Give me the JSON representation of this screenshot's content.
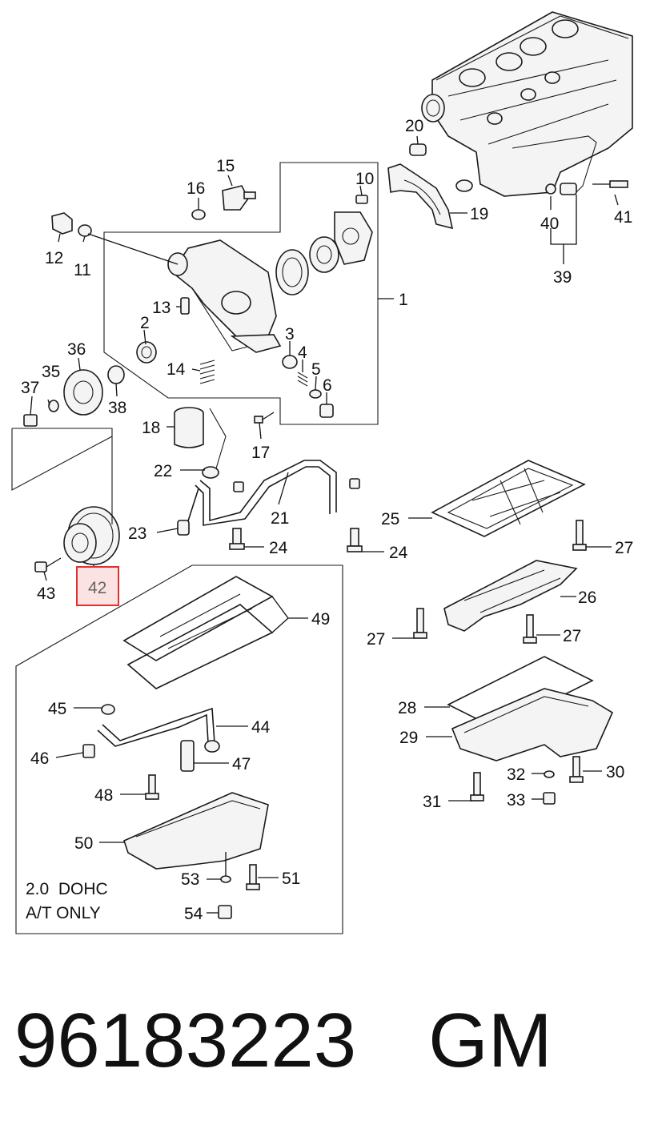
{
  "callouts": [
    {
      "id": "c1",
      "label": "1"
    },
    {
      "id": "c2",
      "label": "2"
    },
    {
      "id": "c3",
      "label": "3"
    },
    {
      "id": "c4",
      "label": "4"
    },
    {
      "id": "c5",
      "label": "5"
    },
    {
      "id": "c6",
      "label": "6"
    },
    {
      "id": "c10",
      "label": "10"
    },
    {
      "id": "c11",
      "label": "11"
    },
    {
      "id": "c12",
      "label": "12"
    },
    {
      "id": "c13",
      "label": "13"
    },
    {
      "id": "c14",
      "label": "14"
    },
    {
      "id": "c15",
      "label": "15"
    },
    {
      "id": "c16",
      "label": "16"
    },
    {
      "id": "c17",
      "label": "17"
    },
    {
      "id": "c18",
      "label": "18"
    },
    {
      "id": "c19",
      "label": "19"
    },
    {
      "id": "c20",
      "label": "20"
    },
    {
      "id": "c21",
      "label": "21"
    },
    {
      "id": "c22",
      "label": "22"
    },
    {
      "id": "c23",
      "label": "23"
    },
    {
      "id": "c24a",
      "label": "24"
    },
    {
      "id": "c24b",
      "label": "24"
    },
    {
      "id": "c25",
      "label": "25"
    },
    {
      "id": "c26",
      "label": "26"
    },
    {
      "id": "c27a",
      "label": "27"
    },
    {
      "id": "c27b",
      "label": "27"
    },
    {
      "id": "c27c",
      "label": "27"
    },
    {
      "id": "c28",
      "label": "28"
    },
    {
      "id": "c29",
      "label": "29"
    },
    {
      "id": "c30",
      "label": "30"
    },
    {
      "id": "c31",
      "label": "31"
    },
    {
      "id": "c32",
      "label": "32"
    },
    {
      "id": "c33",
      "label": "33"
    },
    {
      "id": "c35",
      "label": "35"
    },
    {
      "id": "c36",
      "label": "36"
    },
    {
      "id": "c37",
      "label": "37"
    },
    {
      "id": "c38",
      "label": "38"
    },
    {
      "id": "c39",
      "label": "39"
    },
    {
      "id": "c40",
      "label": "40"
    },
    {
      "id": "c41",
      "label": "41"
    },
    {
      "id": "c42",
      "label": "42",
      "highlighted": true
    },
    {
      "id": "c43",
      "label": "43"
    },
    {
      "id": "c44",
      "label": "44"
    },
    {
      "id": "c45",
      "label": "45"
    },
    {
      "id": "c46",
      "label": "46"
    },
    {
      "id": "c47",
      "label": "47"
    },
    {
      "id": "c48",
      "label": "48"
    },
    {
      "id": "c49",
      "label": "49"
    },
    {
      "id": "c50",
      "label": "50"
    },
    {
      "id": "c51",
      "label": "51"
    },
    {
      "id": "c53",
      "label": "53"
    },
    {
      "id": "c54",
      "label": "54"
    }
  ],
  "inset": {
    "line1": "2.0  DOHC",
    "line2": "A/T ONLY"
  },
  "footer": {
    "part_number": "96183223",
    "brand": "GM"
  },
  "highlight": {
    "fill": "#fbe3e3",
    "stroke": "#e03030",
    "text": "#666666"
  }
}
